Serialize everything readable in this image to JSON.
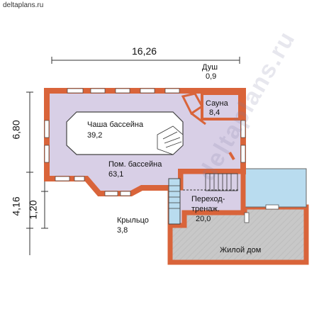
{
  "site_label": "deltaplans.ru",
  "watermark": "deltaplans.ru",
  "dimensions": {
    "top": "16,26",
    "left_main": "6,80",
    "left_lower": "4,16",
    "left_small": "1,20"
  },
  "rooms": {
    "shower": {
      "name": "Душ",
      "area": "0,9"
    },
    "sauna": {
      "name": "Сауна",
      "area": "8,4"
    },
    "pool_bowl": {
      "name": "Чаша бассейна",
      "area": "39,2"
    },
    "pool_room": {
      "name": "Пом. бассейна",
      "area": "63,1"
    },
    "passage": {
      "name_line1": "Переход-",
      "name_line2": "тренаж.",
      "area": "20,0"
    },
    "porch": {
      "name": "Крыльцо",
      "area": "3,8"
    },
    "house": {
      "name": "Жилой дом"
    }
  },
  "colors": {
    "wall": "#d9643a",
    "floor": "#d8cfe6",
    "house_fill": "#c8c8c8",
    "ext_fill": "#b9dcef",
    "window": "#ffffff"
  }
}
